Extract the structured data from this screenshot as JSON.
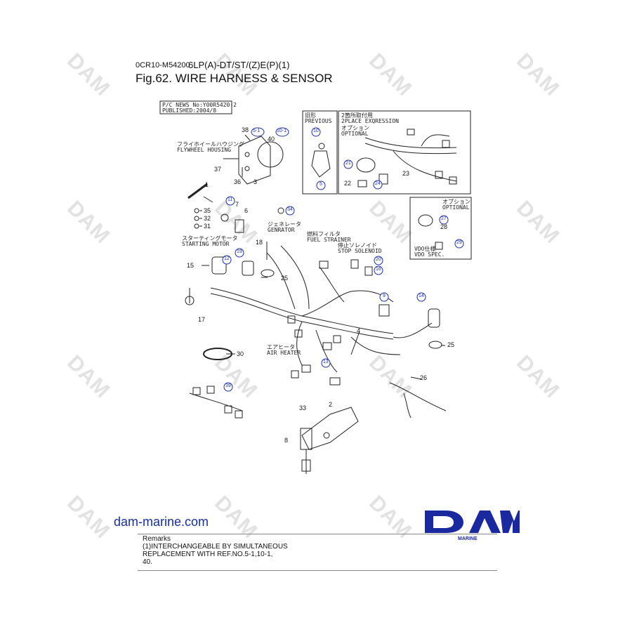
{
  "header": {
    "code": "0CR10-M54200",
    "model": "6LP(A)-DT/ST/(Z)E(P)(1)",
    "title": "Fig.62.  WIRE HARNESS & SENSOR"
  },
  "news_box": [
    "P/C NEWS No:Y00R5420-2",
    "PUBLISHED:2004/8"
  ],
  "boxes": {
    "previous": [
      "旧形",
      "PREVIOUS"
    ],
    "two_place": [
      "2箇所取付用",
      "2PLACE EXQRESSION",
      "オプション",
      "OPTIONAL"
    ],
    "optional": [
      "オプション",
      "OPTIONAL"
    ],
    "vdo": [
      "VDO仕様",
      "VDO SPEC."
    ]
  },
  "labels": {
    "flywheel": [
      "フライホイールハウジング",
      "FLYWHEEL HOUSING"
    ],
    "starting_motor": [
      "スターティングモータ",
      "STARTING MOTOR"
    ],
    "generator": [
      "ジェネレータ",
      "GENRATOR"
    ],
    "fuel_strainer": [
      "燃料フィルタ",
      "FUEL STRAINER"
    ],
    "stop_solenoid": [
      "停止ソレノイド",
      "STOP SOLENOID"
    ],
    "air_heater": [
      "エアヒータ",
      "AIR HEATER"
    ]
  },
  "part_numbers": [
    "38",
    "40",
    "37",
    "36",
    "3",
    "22",
    "23",
    "1",
    "35",
    "32",
    "31",
    "7",
    "6",
    "28",
    "18",
    "15",
    "25",
    "17",
    "4",
    "25",
    "30",
    "26",
    "33",
    "2",
    "8"
  ],
  "callouts": [
    "5-1",
    "10-1",
    "10",
    "5",
    "21",
    "24",
    "11",
    "34",
    "19",
    "12",
    "20",
    "16",
    "27",
    "29",
    "9",
    "14",
    "13",
    "39"
  ],
  "footer": {
    "site": "dam-marine.com",
    "remarks": [
      "Remarks",
      "(1)INTERCHANGEABLE BY SIMULTANEOUS",
      "REPLACEMENT WITH REF.NO.5-1,10-1,",
      "40."
    ],
    "logo_text": "DAM",
    "logo_sub": "MARINE"
  },
  "colors": {
    "callout": "#1a2fa8",
    "logo": "#1a2a9e",
    "line": "#222222"
  }
}
